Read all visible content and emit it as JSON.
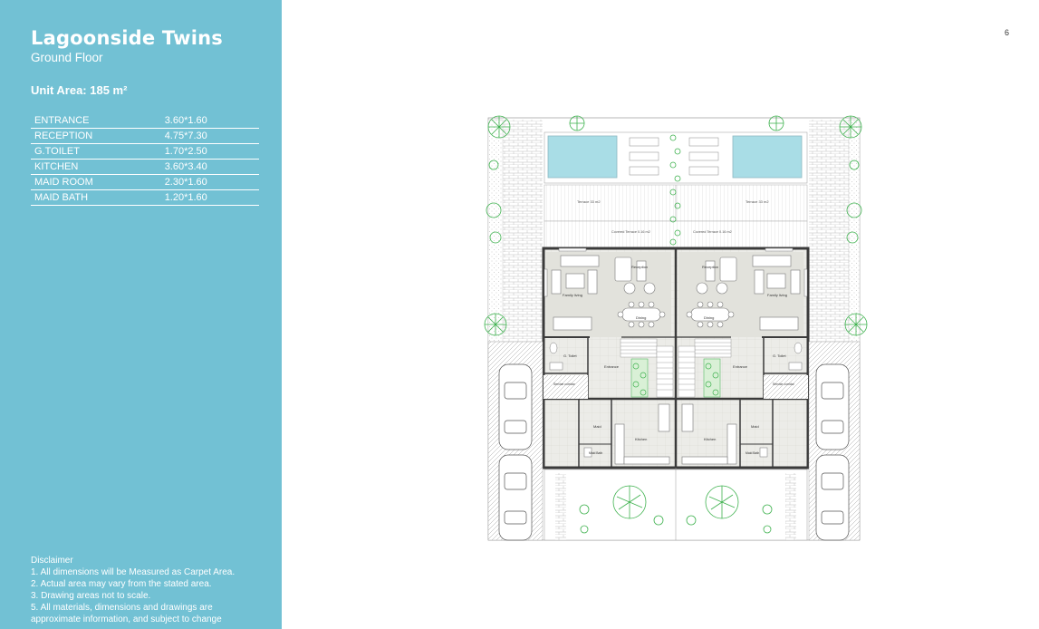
{
  "title": "Lagoonside Twins",
  "subtitle": "Ground Floor",
  "unit_area": "Unit Area: 185 m²",
  "rooms": [
    {
      "name": "ENTRANCE",
      "size": "3.60*1.60"
    },
    {
      "name": "RECEPTION",
      "size": "4.75*7.30"
    },
    {
      "name": "G.TOILET",
      "size": "1.70*2.50"
    },
    {
      "name": "KITCHEN",
      "size": "3.60*3.40"
    },
    {
      "name": "MAID ROOM",
      "size": "2.30*1.60"
    },
    {
      "name": "MAID BATH",
      "size": "1.20*1.60"
    }
  ],
  "disclaimer": {
    "heading": "Disclaimer",
    "lines": [
      "1. All dimensions will be Measured as Carpet Area.",
      "2. Actual area may vary from the stated area.",
      "3. Drawing areas not to scale.",
      "5. All materials, dimensions and drawings are",
      "approximate information, and subject to change"
    ]
  },
  "page_number": "6",
  "plan_labels": {
    "terrace": "Terrace 33 m2",
    "covered_terrace": "Covered Terrace 0.16 m2",
    "reception": "Reception",
    "family_living": "Family living",
    "dining": "Dining",
    "g_toilet": "G. Toilet",
    "entrance": "Entrance",
    "kitchen": "Kitchen",
    "maid": "Maid",
    "maid_bath": "Maid Bath",
    "service_corridor": "Service corridor"
  },
  "colors": {
    "sidebar": "#72c1d4",
    "pool": "#a9dde6",
    "wall": "#3a3a3a",
    "floor": "#e2e2dc",
    "plant": "#3fb24f"
  }
}
